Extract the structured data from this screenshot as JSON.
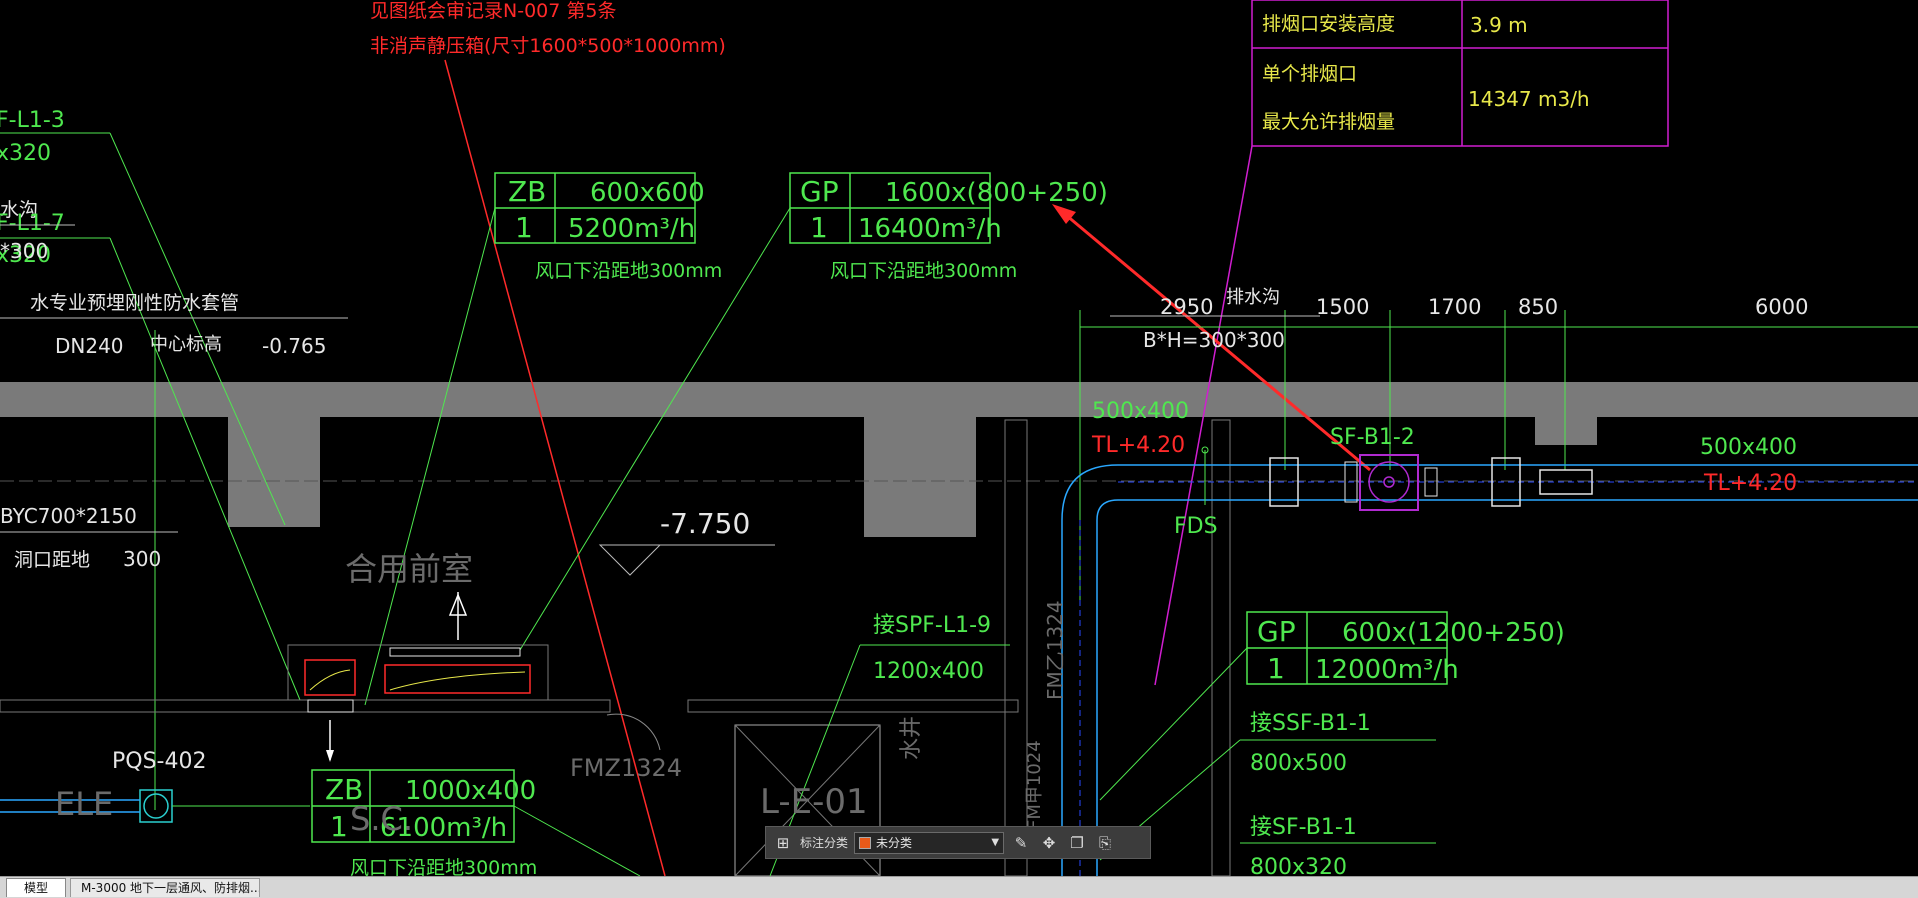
{
  "drawing": {
    "top_notes": {
      "line1": "见图纸会审记录N-007 第5条",
      "line2": "非消声静压箱(尺寸1600*500*1000mm)"
    },
    "smoke_table": {
      "row1_label": "排烟口安装高度",
      "row1_value": "3.9 m",
      "row2_label_a": "单个排烟口",
      "row2_label_b": "最大允许排烟量",
      "row2_value": "14347 m3/h"
    },
    "tag_zb1": {
      "code": "ZB",
      "size": "600x600",
      "count": "1",
      "flow": "5200m³/h",
      "note": "风口下沿距地300mm"
    },
    "tag_gp1": {
      "code": "GP",
      "size": "1600x(800+250)",
      "count": "1",
      "flow": "16400m³/h",
      "note": "风口下沿距地300mm"
    },
    "tag_gp2": {
      "code": "GP",
      "size": "600x(1200+250)",
      "count": "1",
      "flow": "12000m³/h"
    },
    "tag_zb2": {
      "code": "ZB",
      "size": "1000x400",
      "count": "1",
      "flow": "6100m³/h",
      "note": "风口下沿距地300mm"
    },
    "left_labels": {
      "l1": "F-L1-3",
      "l2": "x320",
      "l3": "水沟",
      "l4": "F-L1-7",
      "l5": "x320",
      "l6": "*300",
      "l7": "水专业预埋刚性防水套管",
      "l8": "DN240",
      "l9": "中心标高",
      "l10": "-0.765",
      "l11": "BYC700*2150",
      "l12": "洞口距地",
      "l13": "300"
    },
    "room_label": "合用前室",
    "level_mark": "-7.750",
    "dims": [
      "2950",
      "1500",
      "1700",
      "850",
      "6000"
    ],
    "drain_label": "排水沟",
    "drain_size": "B*H=300*300",
    "duct_left": {
      "size": "500x400",
      "level": "TL+4.20"
    },
    "duct_right": {
      "size": "500x400",
      "level": "TL+4.20"
    },
    "fan_label": "SF-B1-2",
    "damper_label": "FDS",
    "door_label_1": "FM乙1324",
    "door_label_2": "FMZ1324",
    "door_label_3": "FM甲1024",
    "shaft_label": "L-E-01",
    "shaft_label_2": "水井",
    "connect_spf": {
      "label": "接SPF-L1-9",
      "size": "1200x400"
    },
    "connect_ssf": {
      "label": "接SSF-B1-1",
      "size": "800x500"
    },
    "connect_sf": {
      "label": "接SF-B1-1",
      "size": "800x320"
    },
    "pqs_label": "PQS-402",
    "ele_label": "ELE",
    "sc_label": "S.C."
  },
  "toolbar": {
    "label": "标注分类",
    "category_value": "未分类",
    "category_color": "#e85a1a",
    "icons": [
      "grid-icon",
      "edit-icon",
      "move-icon",
      "copy-icon",
      "paste-icon"
    ]
  },
  "tabs": {
    "model": "模型",
    "sheet": "M-3000 地下一层通风、防排烟..."
  },
  "colors": {
    "background": "#000000",
    "annotation_green": "#4fe84f",
    "annotation_red": "#ff2a2a",
    "annotation_yellow": "#e8e84a",
    "table_border": "#d01ed0",
    "duct_blue": "#2aa8ff"
  }
}
